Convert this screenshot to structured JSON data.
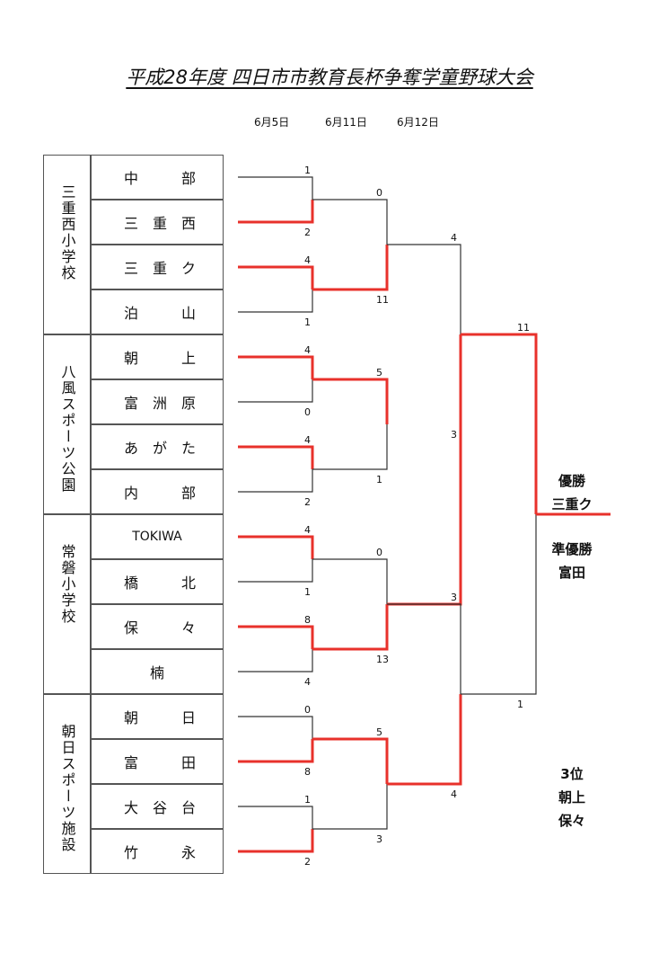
{
  "title": "平成28年度 四日市市教育長杯争奪学童野球大会",
  "dates": [
    "6月5日",
    "6月11日",
    "6月12日"
  ],
  "venues": [
    {
      "name": "三重西小学校"
    },
    {
      "name": "八風スポーツ公園"
    },
    {
      "name": "常磐小学校"
    },
    {
      "name": "朝日スポーツ施設"
    }
  ],
  "teams": [
    {
      "chars": [
        "中",
        "部"
      ]
    },
    {
      "chars": [
        "三",
        "重",
        "西"
      ]
    },
    {
      "chars": [
        "三",
        "重",
        "ク"
      ]
    },
    {
      "chars": [
        "泊",
        "山"
      ]
    },
    {
      "chars": [
        "朝",
        "上"
      ]
    },
    {
      "chars": [
        "富",
        "洲",
        "原"
      ]
    },
    {
      "chars": [
        "あ",
        "が",
        "た"
      ]
    },
    {
      "chars": [
        "内",
        "部"
      ]
    },
    {
      "text": "TOKIWA"
    },
    {
      "chars": [
        "橋",
        "北"
      ]
    },
    {
      "chars": [
        "保",
        "々"
      ]
    },
    {
      "text": "楠"
    },
    {
      "chars": [
        "朝",
        "日"
      ]
    },
    {
      "chars": [
        "富",
        "田"
      ]
    },
    {
      "chars": [
        "大",
        "谷",
        "台"
      ]
    },
    {
      "chars": [
        "竹",
        "永"
      ]
    }
  ],
  "scores": {
    "round1": [
      "1",
      "2",
      "4",
      "1",
      "4",
      "0",
      "4",
      "2",
      "4",
      "1",
      "8",
      "4",
      "0",
      "8",
      "1",
      "2"
    ],
    "round2": [
      "0",
      "11",
      "5",
      "1",
      "0",
      "13",
      "5",
      "3"
    ],
    "semifinal": [
      "4",
      "3",
      "3",
      "4"
    ],
    "final": [
      "11",
      "1"
    ]
  },
  "results": {
    "champion_label": "優勝",
    "champion": "三重ク",
    "runner_up_label": "準優勝",
    "runner_up": "富田",
    "third_label": "3位",
    "third_1": "朝上",
    "third_2": "保々"
  },
  "colors": {
    "winner": "#e8312b",
    "loser": "#333333"
  },
  "winners": {
    "round1": [
      1,
      2,
      4,
      6,
      8,
      10,
      13,
      15
    ],
    "round2": [
      1,
      2,
      5,
      6
    ],
    "semifinal": [
      2,
      3
    ],
    "final": [
      0
    ]
  }
}
